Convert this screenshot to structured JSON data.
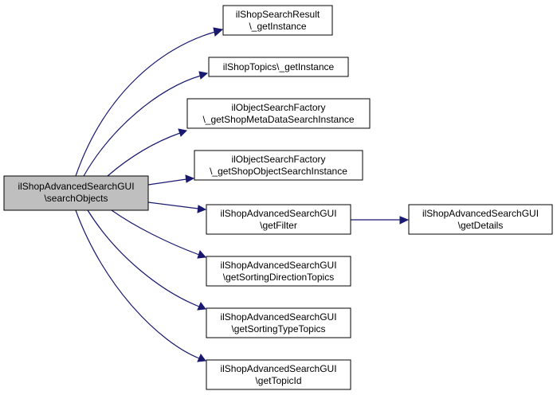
{
  "colors": {
    "edge": "#191970",
    "root_fill": "#bfbfbf",
    "node_fill": "#ffffff",
    "node_border": "#000000"
  },
  "nodes": {
    "root": [
      "ilShopAdvancedSearchGUI",
      "\\searchObjects"
    ],
    "shop_search_result": [
      "ilShopSearchResult",
      "\\_getInstance"
    ],
    "shop_topics": [
      "ilShopTopics\\_getInstance"
    ],
    "meta_data_search": [
      "ilObjectSearchFactory",
      "\\_getShopMetaDataSearchInstance"
    ],
    "object_search": [
      "ilObjectSearchFactory",
      "\\_getShopObjectSearchInstance"
    ],
    "get_filter": [
      "ilShopAdvancedSearchGUI",
      "\\getFilter"
    ],
    "get_details": [
      "ilShopAdvancedSearchGUI",
      "\\getDetails"
    ],
    "sorting_direction": [
      "ilShopAdvancedSearchGUI",
      "\\getSortingDirectionTopics"
    ],
    "sorting_type": [
      "ilShopAdvancedSearchGUI",
      "\\getSortingTypeTopics"
    ],
    "topic_id": [
      "ilShopAdvancedSearchGUI",
      "\\getTopicId"
    ]
  }
}
